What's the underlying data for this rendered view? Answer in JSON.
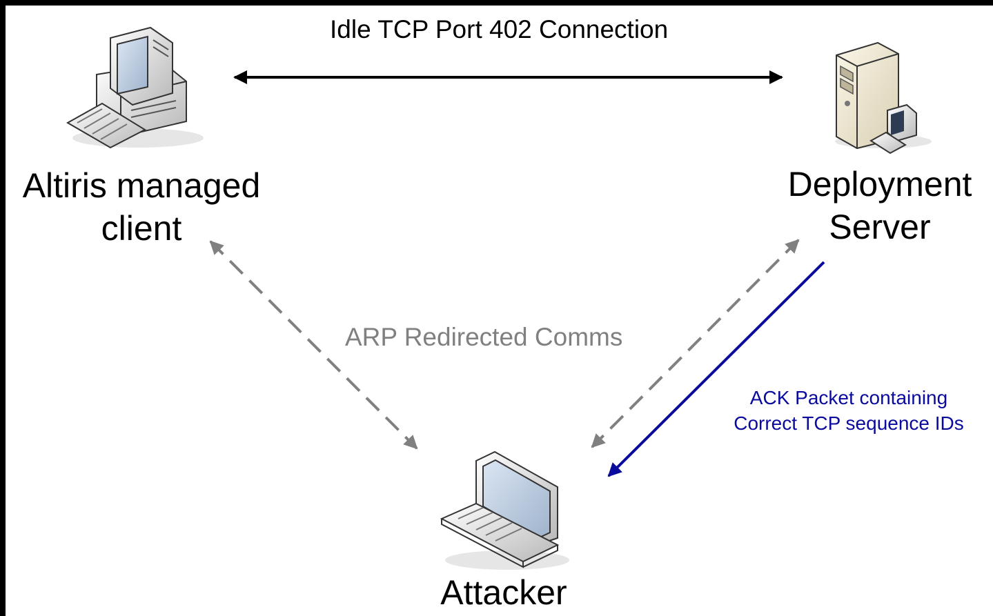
{
  "diagram": {
    "title_link": "Idle TCP Port 402 Connection",
    "nodes": {
      "client": {
        "label_line1": "Altiris managed",
        "label_line2": "client",
        "icon": "desktop-computer-icon"
      },
      "server": {
        "label_line1": "Deployment",
        "label_line2": "Server",
        "icon": "server-tower-icon"
      },
      "attacker": {
        "label": "Attacker",
        "icon": "laptop-icon"
      }
    },
    "edges": {
      "arp": {
        "label": "ARP Redirected Comms",
        "style": "dashed",
        "color": "#808080"
      },
      "ack": {
        "label_line1": "ACK Packet containing",
        "label_line2": "Correct TCP sequence IDs",
        "color": "#0a0a9c"
      },
      "idle": {
        "color": "#000000"
      }
    }
  }
}
